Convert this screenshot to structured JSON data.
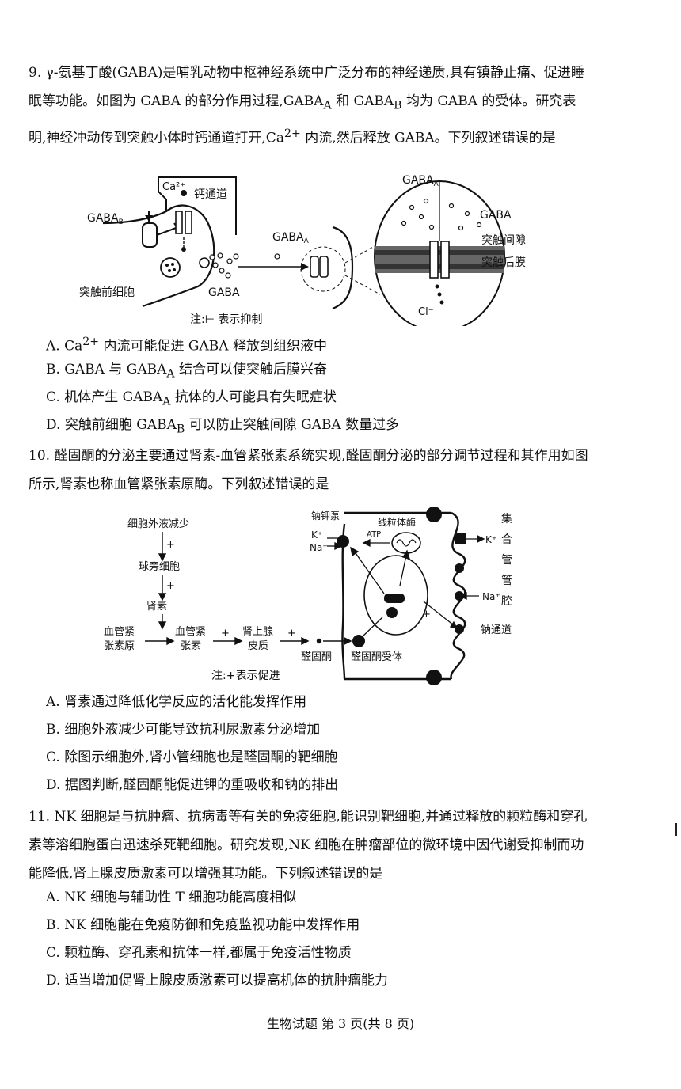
{
  "q9": {
    "stem_html": "9. γ-氨基丁酸(GABA)是哺乳动物中枢神经系统中广泛分布的神经递质,具有镇静止痛、促进睡眠等功能。如图为 GABA 的部分作用过程,GABA<sub>A</sub> 和 GABA<sub>B</sub> 均为 GABA 的受体。研究表明,神经冲动传到突触小体时钙通道打开,Ca<sup>2+</sup> 内流,然后释放 GABA。下列叙述错误的是",
    "figure": {
      "ca_label": "Ca²⁺",
      "channel_label": "钙通道",
      "gabab_label": "GABA",
      "gabab_sub": "B",
      "gabaa_mid": "GABA",
      "gabaa_mid_sub": "A",
      "gaba_release": "GABA",
      "presyn_label": "突触前细胞",
      "gabaa_top": "GABA",
      "gabaa_top_sub": "A",
      "gaba_zoom": "GABA",
      "cleft_label": "突触间隙",
      "postmem_label": "突触后膜",
      "cl_label": "Cl⁻",
      "note": "注:⊢ 表示抑制"
    },
    "options_html": [
      "A. Ca<sup>2+</sup> 内流可能促进 GABA 释放到组织液中",
      "B. GABA 与 GABA<sub>A</sub> 结合可以使突触后膜兴奋",
      "C. 机体产生 GABA<sub>A</sub> 抗体的人可能具有失眠症状",
      "D. 突触前细胞 GABA<sub>B</sub> 可以防止突触间隙 GABA 数量过多"
    ]
  },
  "q10": {
    "stem": "10. 醛固酮的分泌主要通过肾素-血管紧张素系统实现,醛固酮分泌的部分调节过程和其作用如图所示,肾素也称血管紧张素原酶。下列叙述错误的是",
    "figure": {
      "n1": "细胞外液减少",
      "n2": "球旁细胞",
      "n3": "肾素",
      "n4a": "血管紧",
      "n4b": "张素原",
      "n5a": "血管紧",
      "n5b": "张素",
      "n6a": "肾上腺",
      "n6b": "皮质",
      "n7": "醛固酮",
      "n8": "醛固酮受体",
      "pump": "钠钾泵",
      "mito": "线粒体酶",
      "atp": "ATP",
      "k": "K⁺",
      "na": "Na⁺",
      "k2": "K⁺",
      "na2": "Na⁺",
      "na_channel": "钠通道",
      "duct": [
        "集",
        "合",
        "管",
        "管",
        "腔"
      ],
      "plus": "+",
      "note": "注:+表示促进"
    },
    "options": [
      "A. 肾素通过降低化学反应的活化能发挥作用",
      "B. 细胞外液减少可能导致抗利尿激素分泌增加",
      "C. 除图示细胞外,肾小管细胞也是醛固酮的靶细胞",
      "D. 据图判断,醛固酮能促进钾的重吸收和钠的排出"
    ]
  },
  "q11": {
    "stem": "11. NK 细胞是与抗肿瘤、抗病毒等有关的免疫细胞,能识别靶细胞,并通过释放的颗粒酶和穿孔素等溶细胞蛋白迅速杀死靶细胞。研究发现,NK 细胞在肿瘤部位的微环境中因代谢受抑制而功能降低,肾上腺皮质激素可以增强其功能。下列叙述错误的是",
    "options": [
      "A. NK 细胞与辅助性 T 细胞功能高度相似",
      "B. NK 细胞能在免疫防御和免疫监视功能中发挥作用",
      "C. 颗粒酶、穿孔素和抗体一样,都属于免疫活性物质",
      "D. 适当增加促肾上腺皮质激素可以提高机体的抗肿瘤能力"
    ]
  },
  "footer": "生物试题 第 3 页(共 8 页)"
}
